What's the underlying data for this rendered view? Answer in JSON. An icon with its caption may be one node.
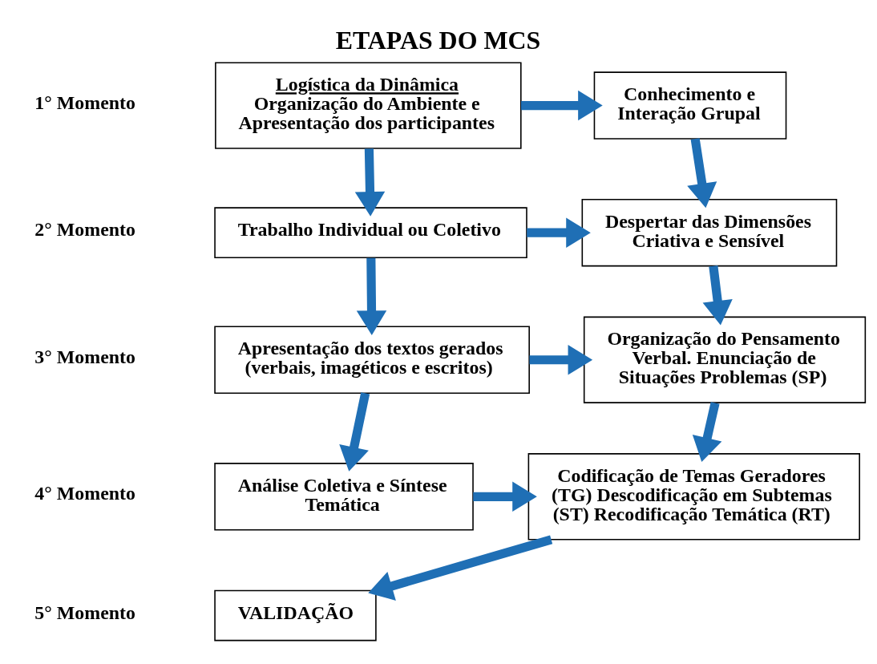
{
  "diagram": {
    "title": "ETAPAS DO MCS",
    "nodes": [
      {
        "text": [
          "Logística da Dinâmica",
          "Organização do Ambiente e Apresentação dos participantes"
        ]
      },
      {
        "text": [
          "Conhecimento e Interação Grupal"
        ]
      },
      {
        "text": [
          "Trabalho Individual ou Coletivo"
        ]
      },
      {
        "text": [
          "Despertar das Dimensões Criativa e Sensível"
        ]
      },
      {
        "text": [
          "Apresentação dos textos gerados (verbais, imagéticos e escritos)"
        ]
      },
      {
        "text": [
          "Organização do Pensamento Verbal. Enunciação de Situações Problemas (SP)"
        ]
      },
      {
        "text": [
          "Análise Coletiva e Síntese Temática"
        ]
      },
      {
        "text": [
          "Codificação de Temas Geradores (TG) Descodificação em Subtemas (ST) Recodificação Temática (RT)"
        ]
      },
      {
        "text": [
          "VALIDAÇÃO"
        ]
      }
    ],
    "edges": [
      {
        "from": 0,
        "to": 1,
        "arrow": "to"
      },
      {
        "from": 0,
        "to": 2,
        "arrow": "to"
      },
      {
        "from": 1,
        "to": 3,
        "arrow": "to"
      },
      {
        "from": 2,
        "to": 3,
        "arrow": "to"
      },
      {
        "from": 2,
        "to": 4,
        "arrow": "to"
      },
      {
        "from": 3,
        "to": 5,
        "arrow": "to"
      },
      {
        "from": 4,
        "to": 5,
        "arrow": "to"
      },
      {
        "from": 4,
        "to": 6,
        "arrow": "to"
      },
      {
        "from": 5,
        "to": 7,
        "arrow": "to"
      },
      {
        "from": 6,
        "to": 7,
        "arrow": "to"
      },
      {
        "from": 7,
        "to": 8,
        "arrow": "to"
      }
    ],
    "labels": [
      "1° Momento",
      "2° Momento",
      "3° Momento",
      "4° Momento",
      "5° Momento"
    ]
  }
}
